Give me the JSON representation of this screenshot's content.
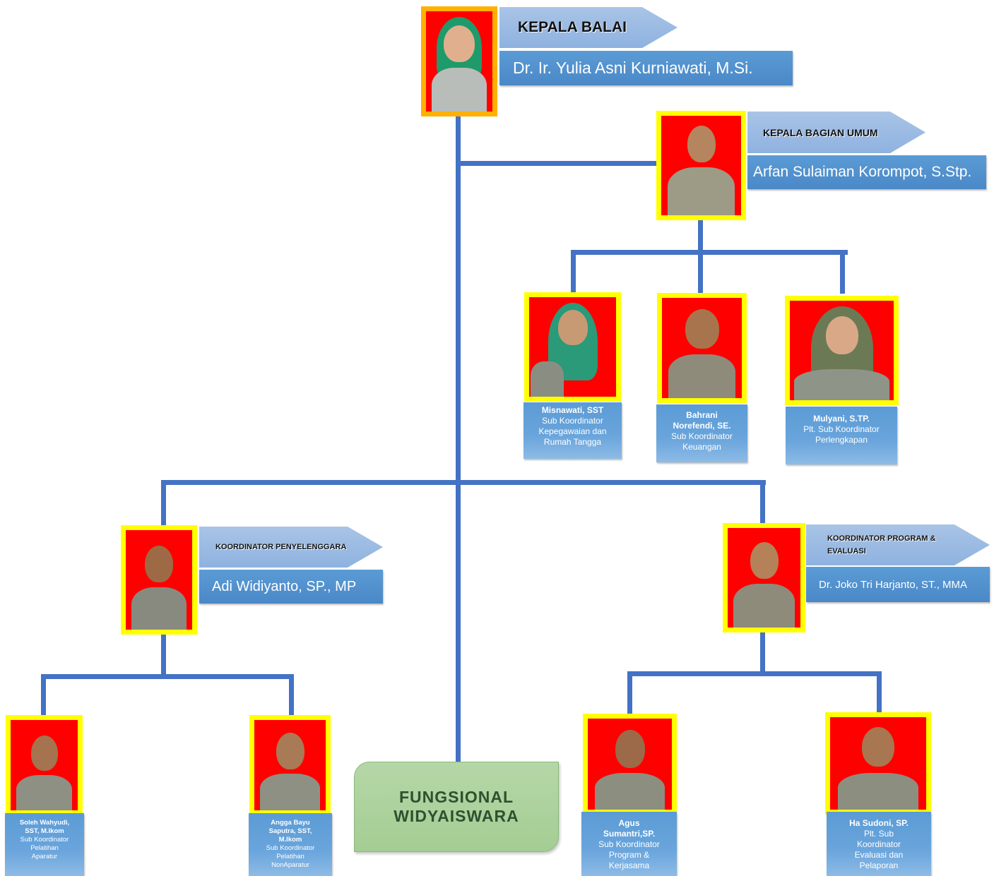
{
  "head": {
    "title": "KEPALA BALAI",
    "name": "Dr. Ir. Yulia Asni Kurniawati, M.Si."
  },
  "umum": {
    "title": "KEPALA BAGIAN UMUM",
    "name": "Arfan Sulaiman Korompot, S.Stp.",
    "staff": [
      {
        "name": "Misnawati, SST",
        "role_lines": [
          "Sub Koordinator",
          "Kepegawaian dan",
          "Rumah Tangga"
        ]
      },
      {
        "name_lines": [
          "Bahrani",
          "Norefendi, SE."
        ],
        "role_lines": [
          "Sub Koordinator",
          "Keuangan"
        ]
      },
      {
        "name": "Mulyani, S.TP.",
        "role_lines": [
          "Plt. Sub Koordinator",
          "Perlengkapan"
        ]
      }
    ]
  },
  "penyelenggara": {
    "title": "KOORDINATOR PENYELENGGARA",
    "name": "Adi Widiyanto, SP., MP",
    "staff": [
      {
        "name_lines": [
          "Soleh Wahyudi,",
          "SST, M.Ikom"
        ],
        "role_lines": [
          "Sub Koordinator",
          "Pelatihan",
          "Aparatur"
        ]
      },
      {
        "name_lines": [
          "Angga Bayu",
          "Saputra, SST,",
          "M.Ikom"
        ],
        "role_lines": [
          "Sub Koordinator",
          "Pelatihan",
          "NonAparatur"
        ]
      }
    ]
  },
  "program": {
    "title_lines": [
      "KOORDINATOR PROGRAM &",
      "EVALUASI"
    ],
    "name": "Dr. Joko Tri Harjanto, ST., MMA",
    "staff": [
      {
        "name_lines": [
          "Agus",
          "Sumantri,SP."
        ],
        "role_lines": [
          "Sub Koordinator",
          "Program &",
          "Kerjasama"
        ]
      },
      {
        "name": "Ha Sudoni, SP.",
        "role_lines": [
          "Plt. Sub",
          "Koordinator",
          "Evaluasi dan",
          "Pelaporan"
        ]
      }
    ]
  },
  "fungsional": {
    "lines": [
      "FUNGSIONAL",
      "WIDYAISWARA"
    ]
  },
  "colors": {
    "connector": "#4472c4",
    "photo_frame": "#ffff00",
    "head_frame": "#ffb000",
    "photo_background": "#ff0000",
    "name_box": "#5b9bd5",
    "title_arrow": "#a9c4e6",
    "fungsional_box": "#b5d7a8"
  }
}
